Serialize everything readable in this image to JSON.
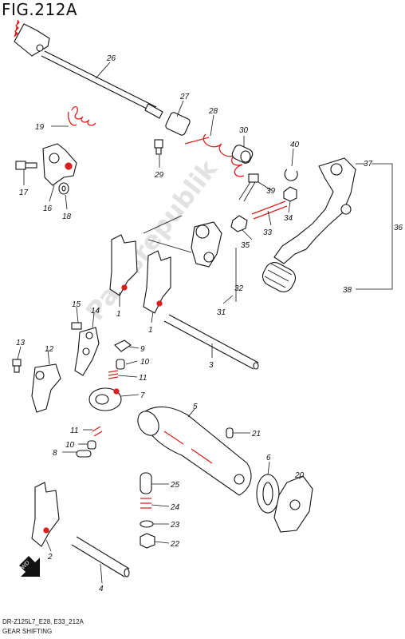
{
  "figure_id": "FIG.212A",
  "footer_code": "DR-Z125L7_E28, E33_212A",
  "footer_title": "GEAR SHIFTING",
  "watermark": "Partsrepublik",
  "fwd_label": "FWD",
  "callouts": {
    "p1a": "1",
    "p1b": "1",
    "p2": "2",
    "p3": "3",
    "p4": "4",
    "p5": "5",
    "p6": "6",
    "p7": "7",
    "p8": "8",
    "p9": "9",
    "p10a": "10",
    "p10b": "10",
    "p11a": "11",
    "p11b": "11",
    "p12": "12",
    "p13": "13",
    "p14": "14",
    "p15": "15",
    "p16": "16",
    "p17": "17",
    "p18": "18",
    "p19": "19",
    "p20": "20",
    "p21": "21",
    "p22": "22",
    "p23": "23",
    "p24": "24",
    "p25": "25",
    "p26": "26",
    "p27": "27",
    "p28": "28",
    "p29": "29",
    "p30": "30",
    "p31": "31",
    "p32": "32",
    "p33": "33",
    "p34": "34",
    "p35": "35",
    "p36": "36",
    "p37": "37",
    "p38": "38",
    "p39": "39",
    "p40": "40"
  },
  "colors": {
    "highlight": "#d8211f",
    "line": "#111111"
  }
}
